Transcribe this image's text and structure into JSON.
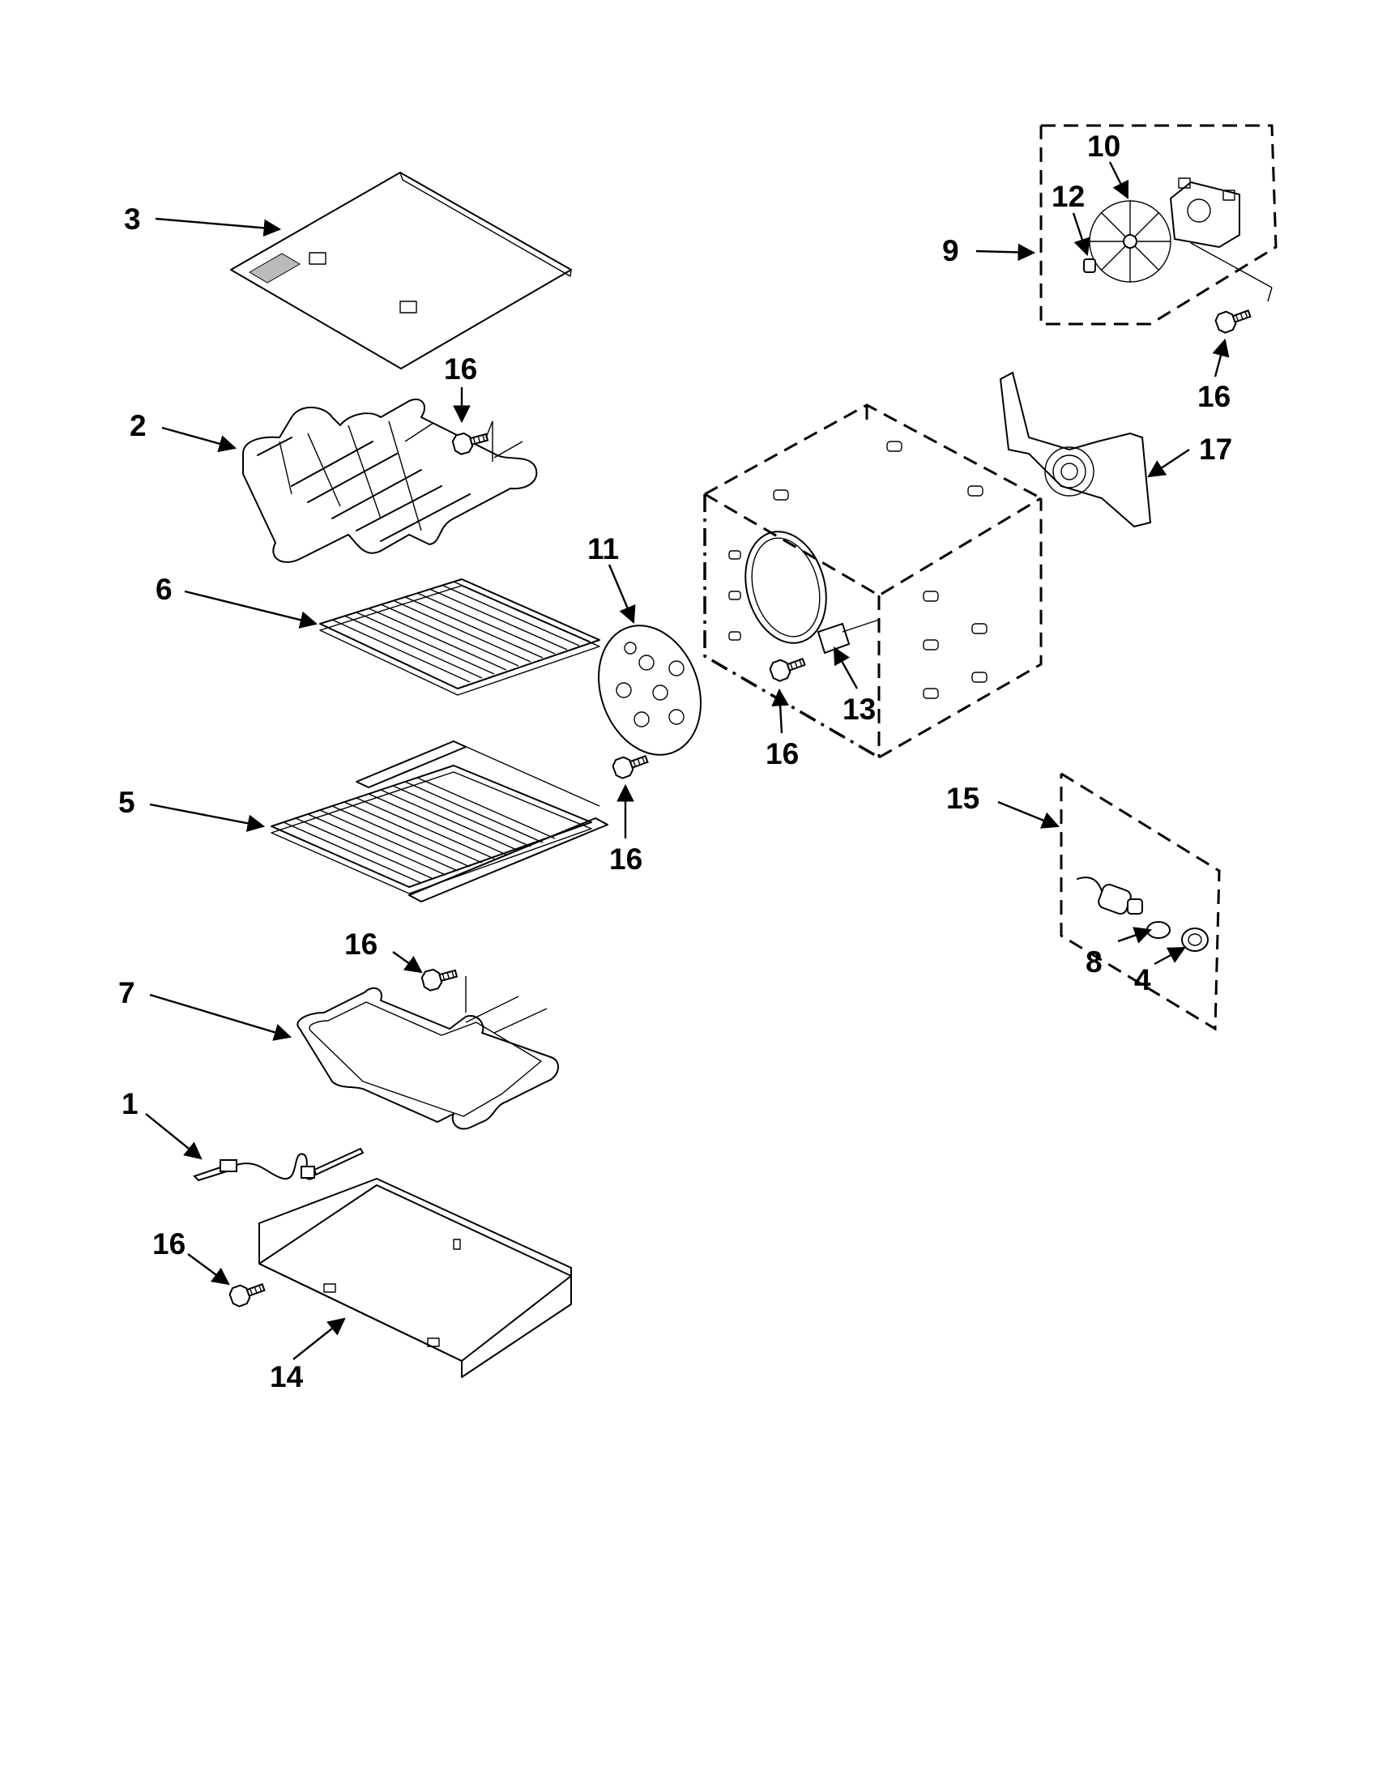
{
  "diagram": {
    "callouts": [
      {
        "id": "c3",
        "number": "3"
      },
      {
        "id": "c2",
        "number": "2"
      },
      {
        "id": "c16a",
        "number": "16"
      },
      {
        "id": "c6",
        "number": "6"
      },
      {
        "id": "c5",
        "number": "5"
      },
      {
        "id": "c16b",
        "number": "16"
      },
      {
        "id": "c7",
        "number": "7"
      },
      {
        "id": "c1",
        "number": "1"
      },
      {
        "id": "c16c",
        "number": "16"
      },
      {
        "id": "c14",
        "number": "14"
      },
      {
        "id": "c11",
        "number": "11"
      },
      {
        "id": "c16d",
        "number": "16"
      },
      {
        "id": "c13",
        "number": "13"
      },
      {
        "id": "c16e",
        "number": "16"
      },
      {
        "id": "c10",
        "number": "10"
      },
      {
        "id": "c12",
        "number": "12"
      },
      {
        "id": "c9",
        "number": "9"
      },
      {
        "id": "c16f",
        "number": "16"
      },
      {
        "id": "c17",
        "number": "17"
      },
      {
        "id": "c15",
        "number": "15"
      },
      {
        "id": "c8",
        "number": "8"
      },
      {
        "id": "c4",
        "number": "4"
      }
    ],
    "colors": {
      "line": "#000000",
      "background": "#ffffff"
    }
  }
}
